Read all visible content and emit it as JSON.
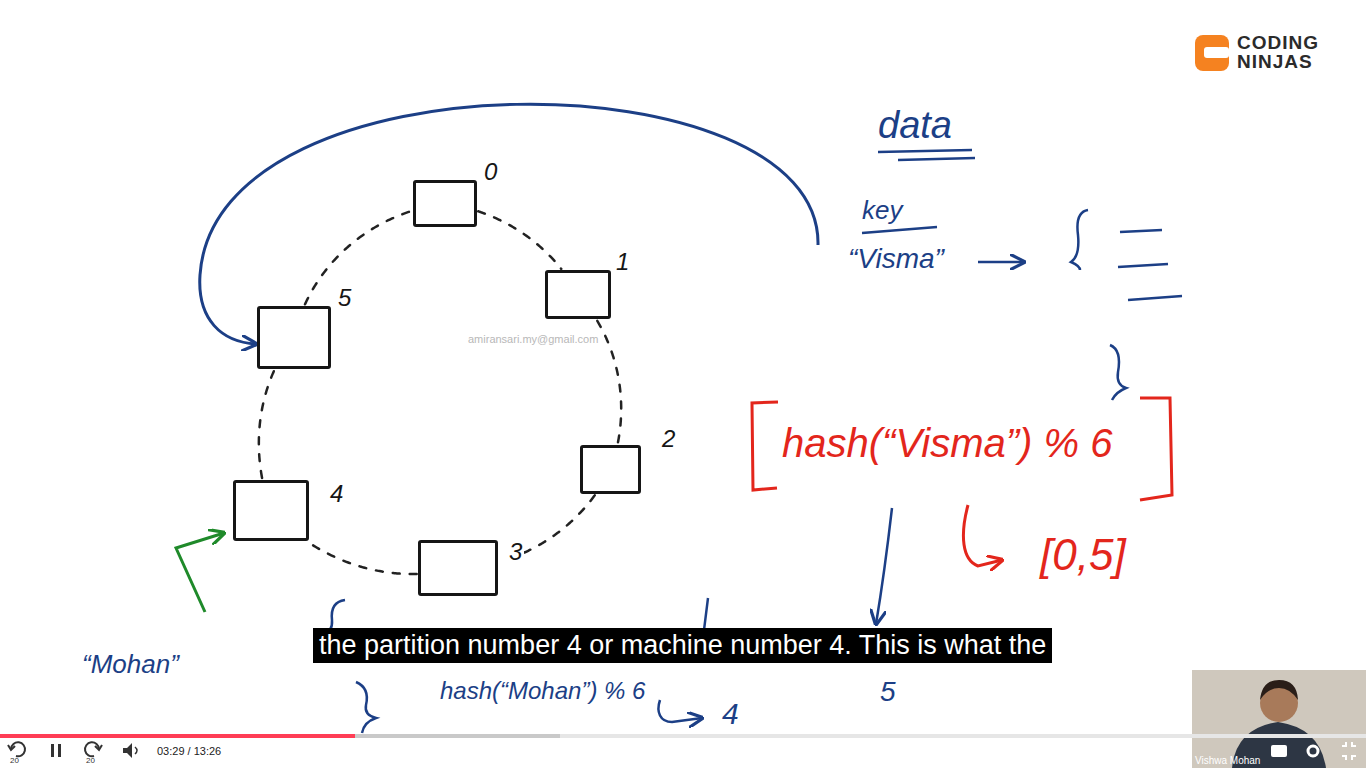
{
  "diagram": {
    "caption": "the partition number 4 or machine number 4. This is what the",
    "nodes": [
      {
        "text": [
          "0"
        ]
      },
      {
        "text": [
          "1"
        ]
      },
      {
        "text": [
          "2"
        ]
      },
      {
        "text": [
          "3"
        ]
      },
      {
        "text": [
          "4"
        ]
      },
      {
        "text": [
          "5"
        ]
      }
    ],
    "edges": [
      {
        "from": 0,
        "to": 1,
        "arrow": "none"
      },
      {
        "from": 1,
        "to": 2,
        "arrow": "none"
      },
      {
        "from": 2,
        "to": 3,
        "arrow": "none"
      },
      {
        "from": 3,
        "to": 4,
        "arrow": "none"
      },
      {
        "from": 4,
        "to": 5,
        "arrow": "none"
      },
      {
        "from": 5,
        "to": 0,
        "arrow": "none"
      }
    ],
    "labels": [
      "CODING NINJAS",
      "data",
      "key",
      "“Visma”",
      "hash(“Visma”) % 6",
      "[0,5]",
      "amiransari.my@gmail.com",
      "“Mohan”",
      "hash(“Mohan”) % 6",
      "4",
      "5",
      "20",
      "20",
      "03:29 / 13:26",
      "Vishwa Mohan"
    ]
  }
}
